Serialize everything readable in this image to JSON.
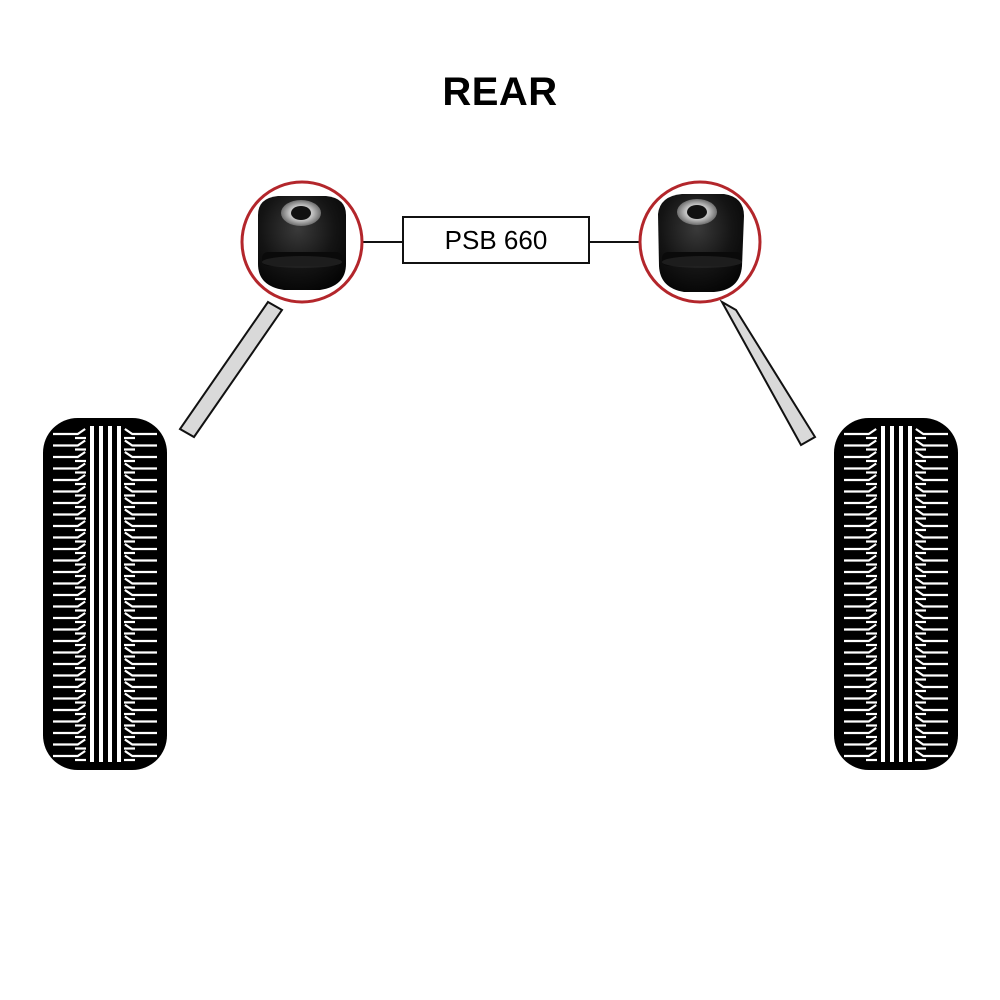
{
  "title": "REAR",
  "part_number": "PSB 660",
  "colors": {
    "highlight_ring": "#b3262b",
    "tyre": "#000000",
    "link_arm_fill": "#d9d9d9",
    "bush_body": "#151515",
    "bush_sleeve": "#c8c8c8"
  },
  "icons": [
    "bush-icon",
    "tyre-icon",
    "link-arm"
  ]
}
